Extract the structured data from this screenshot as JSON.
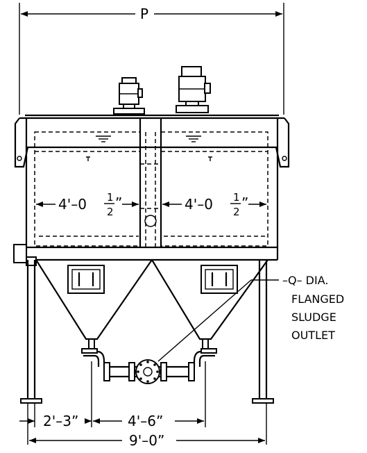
{
  "dimensions": {
    "overall_width_label": "P",
    "left_cell_width": {
      "main": "4'–0",
      "num": "1",
      "den": "2",
      "inch": "”"
    },
    "right_cell_width": {
      "main": "4'–0",
      "num": "1",
      "den": "2",
      "inch": "”"
    },
    "leg_offset": "2'–3”",
    "outlet_spacing": "4'–6”",
    "base_width": "9'–0”"
  },
  "callout": {
    "tag": "–Q– DIA.",
    "line2": "FLANGED",
    "line3": "SLUDGE",
    "line4": "OUTLET"
  }
}
